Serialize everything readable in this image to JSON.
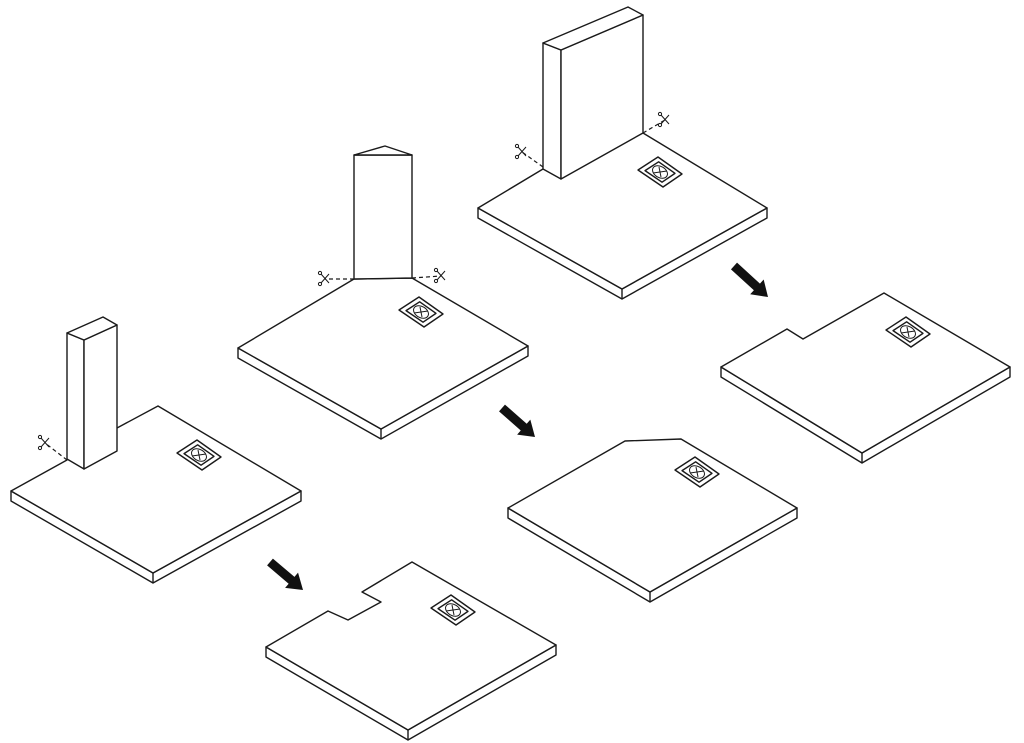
{
  "diagram": {
    "colors": {
      "line": "#1a1a1a",
      "fill": "#ffffff",
      "arrow": "#111111"
    },
    "icons": [
      "scissors-icon",
      "outlet-icon",
      "arrow-down-right-icon"
    ],
    "steps": [
      {
        "before": "panel-with-narrow-column",
        "after": "panel-with-stepped-notch"
      },
      {
        "before": "panel-with-pentagonal-column",
        "after": "panel-with-chamfered-corner"
      },
      {
        "before": "panel-with-wall",
        "after": "panel-with-corner-notch"
      }
    ]
  }
}
